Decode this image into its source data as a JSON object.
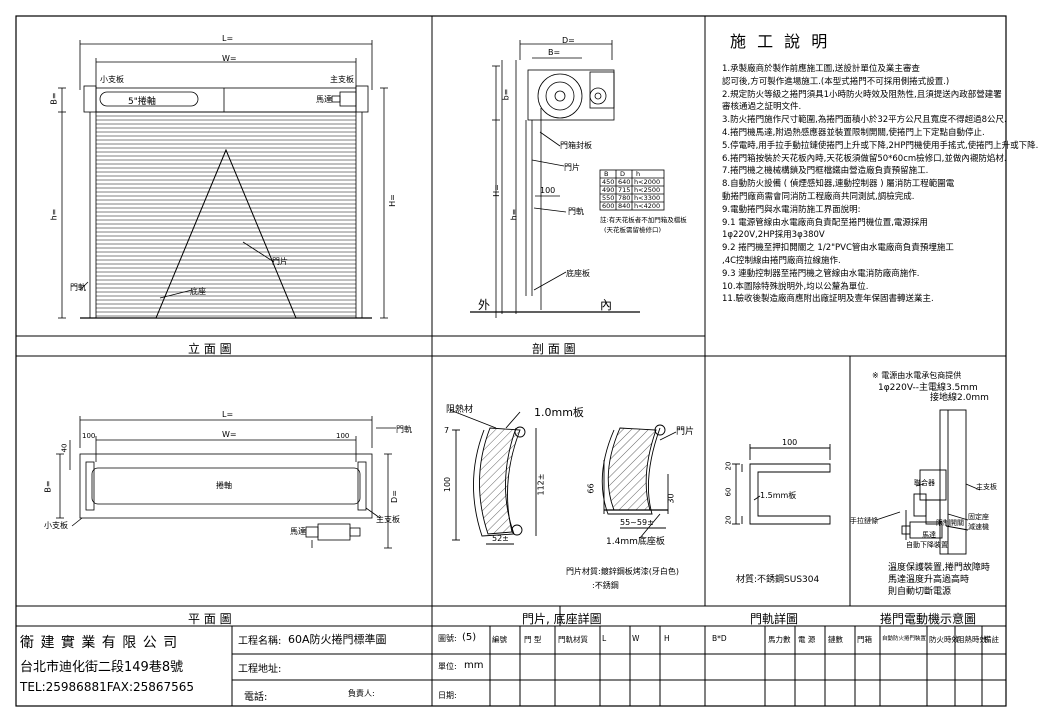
{
  "panel_titles": {
    "elevation": "立 面 圖",
    "section": "剖 面 圖",
    "plan": "平 面 圖",
    "slat_detail": "門片, 底座詳圖",
    "rail_detail": "門軌詳圖",
    "motor_diagram": "捲門電動機示意圖"
  },
  "notes": {
    "title": "施 工 說 明",
    "lines": [
      "1.承製廠商於製作前應施工圖,送設計單位及業主審查",
      "   認可後,方可製作進場施工.(本型式捲門不可採用側捲式設置.)",
      "2.規定防火等級之捲門須具1小時防火時效及阻熱性,且須提送內政部營建署",
      "   審核通過之証明文件.",
      "3.防火捲門施作尺寸範圍,為捲門面積小於32平方公尺且寬度不得超過8公尺.",
      "4.捲門機馬達,附過熱感應器並裝置限制開關,使捲門上下定點自動停止.",
      "5.停電時,用手拉手動拉鏈使捲門上升或下降,2HP門機使用手搖式,使捲門上升或下降.",
      "6.捲門箱按裝於天花板內時,天花板須做留50*60cm檢修口,並做內襯防焰材.",
      "7.捲門機之機械構鎖及門框檔鐵由營造廠負責預留施工.",
      "8.自動防火設備 ( 偵煙感知器,連動控制器 ) 屬消防工程範圍電",
      "   動捲門廠商需會同消防工程廠商共同測試,調檢完成.",
      "9.電動捲門與水電消防施工界面說明:",
      "   9.1  電源管線由水電廠商負責配至捲門機位置,電源採用",
      "        1φ220V,2HP採用3φ380V",
      "   9.2  捲門機至押扣開關之 1/2\"PVC管由水電廠商負責預埋施工",
      "        ,4C控制線由捲門廠商拉線施作.",
      "   9.3  連動控制器至捲門機之管線由水電消防廠商施作.",
      "10.本圖除特殊說明外,均以公釐為單位.",
      "11.驗收後製造廠商應附出廠証明及壹年保固書轉送業主."
    ]
  },
  "elevation": {
    "L": "L=",
    "W": "W=",
    "small_bracket": "小支板",
    "main_bracket": "主支板",
    "shaft": "5\"捲軸",
    "motor": "馬達",
    "B": "B=",
    "h": "h=",
    "H": "H=",
    "rail": "門軌",
    "bottom": "底座",
    "slat": "門片"
  },
  "section": {
    "D": "D=",
    "B": "B=",
    "b": "b=",
    "box_board": "門箱封板",
    "slat": "門片",
    "rail": "門軌",
    "bottom": "底座板",
    "dim_100": "100",
    "outside": "外",
    "inside": "內",
    "h": "h=",
    "H": "H=",
    "table": [
      [
        "450",
        "640",
        "h<2000"
      ],
      [
        "490",
        "715",
        "h<2500"
      ],
      [
        "550",
        "780",
        "h<3300"
      ],
      [
        "600",
        "840",
        "h<4200"
      ]
    ],
    "table_headers": [
      "B",
      "D",
      "h"
    ],
    "note1": "註:有天花板者不加門箱及檔板",
    "note2": "(天花板需留檢修口)"
  },
  "plan": {
    "L": "L=",
    "W": "W=",
    "dim_100": "100",
    "dim_40": "40",
    "B": "B=",
    "D": "D=",
    "shaft": "捲軸",
    "small_bracket": "小支板",
    "main_bracket": "主支板",
    "motor": "馬達",
    "rail": "門軌"
  },
  "slat_detail": {
    "insulation": "阻熱材",
    "board": "1.0mm板",
    "slat": "門片",
    "dim_7": "7",
    "dim_100": "100",
    "dim_112": "112±",
    "dim_52": "52±",
    "dim_66": "66",
    "dim_30": "30",
    "dim_5559": "55~59±",
    "bottom_board": "1.4mm底座板",
    "material1": "門片材質:鍍鋅鋼板烤漆(牙白色)",
    "material2": ":不銹鋼"
  },
  "rail_detail": {
    "dim_100": "100",
    "dim_20a": "20",
    "dim_60": "60",
    "dim_20b": "20",
    "board": "1.5mm板",
    "material": "材質:不銹鋼SUS304"
  },
  "motor_diagram": {
    "note_star": "※ 電源由水電承包商提供",
    "power": "1φ220V--主電線3.5mm",
    "ground": "接地線2.0mm",
    "main_bracket": "主支板",
    "coupling": "聯合器",
    "fixed_seat": "固定座",
    "hand_chain": "手拉鏈條",
    "motor": "馬達",
    "reducer": "減速機",
    "limit": "限制開關",
    "brake": "自動下降裝置",
    "desc": [
      "溫度保護裝置,捲門故障時",
      "馬達溫度升高過高時",
      "則自動切斷電源"
    ]
  },
  "title_block": {
    "company": "衛 建 實 業 有 限 公 司",
    "address": "台北市迪化街二段149巷8號",
    "contact": "TEL:25986881FAX:25867565",
    "project_label": "工程名稱:",
    "project_name": "60A防火捲門標準圖",
    "site_label": "工程地址:",
    "phone_label": "電話:",
    "owner_label": "負責人:",
    "drawing_no_label": "圖號:",
    "drawing_no": "(5)",
    "unit_label": "單位:",
    "unit": "mm",
    "date_label": "日期:",
    "columns": [
      "編號",
      "門 型",
      "門軌材質",
      "L",
      "W",
      "H",
      "B*D",
      "馬力數",
      "電 源",
      "鏈數",
      "門箱",
      "自動防火捲門裝置",
      "防火時效",
      "阻熱時效",
      "備註"
    ]
  }
}
